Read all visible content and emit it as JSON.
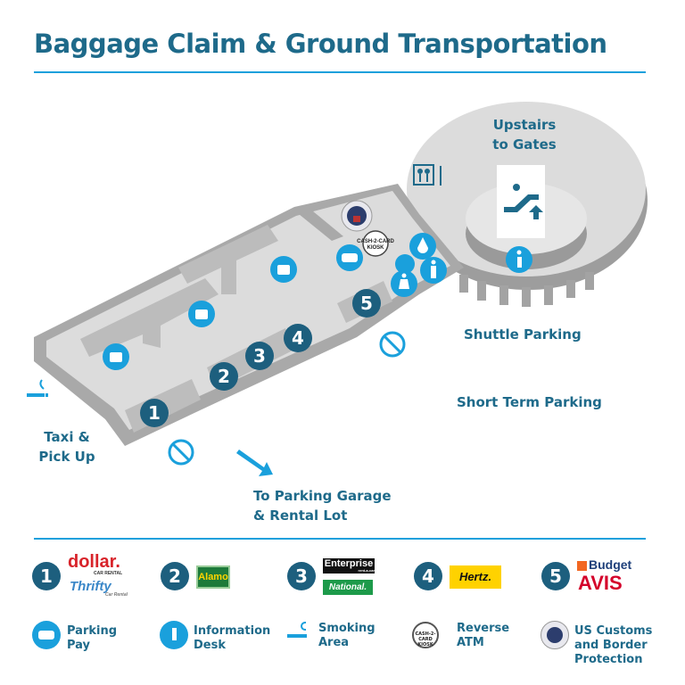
{
  "title": "Baggage Claim & Ground Transportation",
  "map": {
    "upstairs": [
      "Upstairs",
      "to Gates"
    ],
    "shuttle_parking": "Shuttle Parking",
    "short_term_parking": "Short Term Parking",
    "taxi": [
      "Taxi &",
      "Pick Up"
    ],
    "parking_garage": [
      "To Parking Garage",
      "& Rental Lot"
    ],
    "counters": [
      "1",
      "2",
      "3",
      "4",
      "5"
    ],
    "kiosk": [
      "CASH-2-CARD",
      "KIOSK"
    ]
  },
  "legend": {
    "rentals": [
      {
        "num": "1",
        "brands": [
          "dollar.",
          "CAR RENTAL",
          "Thrifty",
          "Car Rental"
        ]
      },
      {
        "num": "2",
        "brands": [
          "Alamo"
        ]
      },
      {
        "num": "3",
        "brands": [
          "Enterprise",
          "rent-a-car",
          "National."
        ]
      },
      {
        "num": "4",
        "brands": [
          "Hertz."
        ]
      },
      {
        "num": "5",
        "brands": [
          "Budget",
          "AVIS"
        ]
      }
    ],
    "symbols": [
      {
        "icon": "car-icon",
        "label": [
          "Parking",
          "Pay"
        ]
      },
      {
        "icon": "info-icon",
        "label": [
          "Information",
          "Desk"
        ]
      },
      {
        "icon": "smoking-icon",
        "label": [
          "Smoking",
          "Area"
        ]
      },
      {
        "icon": "cash-2-card-kiosk-icon",
        "label": [
          "Reverse",
          "ATM"
        ]
      },
      {
        "icon": "customs-seal-icon",
        "label": [
          "US Customs",
          "and Border",
          "Protection"
        ]
      }
    ]
  },
  "colors": {
    "title": "#1e6a8a",
    "accent": "#1aa0dc",
    "counter": "#1d5f7e",
    "floor": "#dcdcdc",
    "wall": "#a9a9a9"
  }
}
